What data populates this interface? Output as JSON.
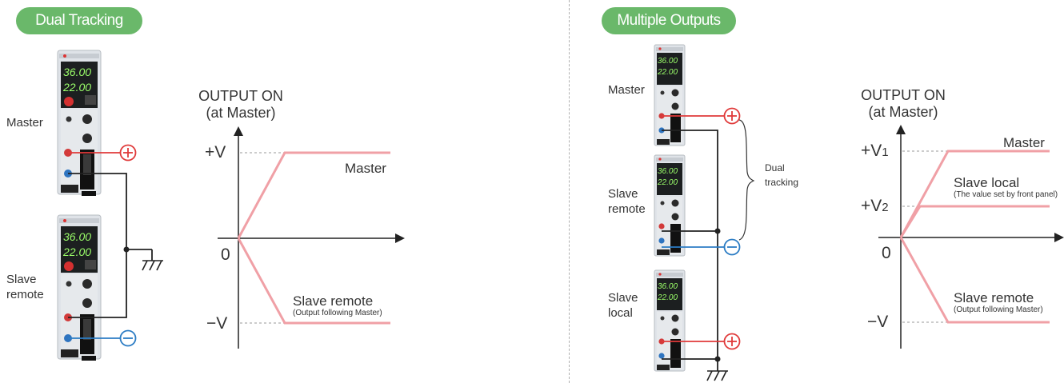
{
  "colors": {
    "accent_green": "#6ab86a",
    "curve_pink": "#f0a0a6",
    "positive_red": "#e03a3a",
    "negative_blue": "#2b7cc4",
    "wire_dark": "#222222"
  },
  "left": {
    "title": "Dual Tracking",
    "labels": {
      "master": "Master",
      "slave_line1": "Slave",
      "slave_line2": "remote"
    },
    "graph": {
      "ylabel_line1": "OUTPUT ON",
      "ylabel_line2": "(at Master)",
      "tick_pos": "+V",
      "tick_zero": "0",
      "tick_neg": "−V",
      "master_label": "Master",
      "slave_label": "Slave remote",
      "slave_sublabel": "(Output following Master)"
    }
  },
  "right": {
    "title": "Multiple Outputs",
    "labels": {
      "master": "Master",
      "slave_remote_line1": "Slave",
      "slave_remote_line2": "remote",
      "slave_local_line1": "Slave",
      "slave_local_line2": "local",
      "dual_line1": "Dual",
      "dual_line2": "tracking"
    },
    "graph": {
      "ylabel_line1": "OUTPUT ON",
      "ylabel_line2": "(at Master)",
      "tick_v1": "+V",
      "tick_v1_sub": "1",
      "tick_v2": "+V",
      "tick_v2_sub": "2",
      "tick_zero": "0",
      "tick_neg": "−V",
      "master_label": "Master",
      "slave_local_label": "Slave local",
      "slave_local_sublabel": "(The value set by front panel)",
      "slave_remote_label": "Slave remote",
      "slave_remote_sublabel": "(Output following Master)"
    }
  },
  "device": {
    "display_voltage": "36.00",
    "display_current": "22.00"
  }
}
